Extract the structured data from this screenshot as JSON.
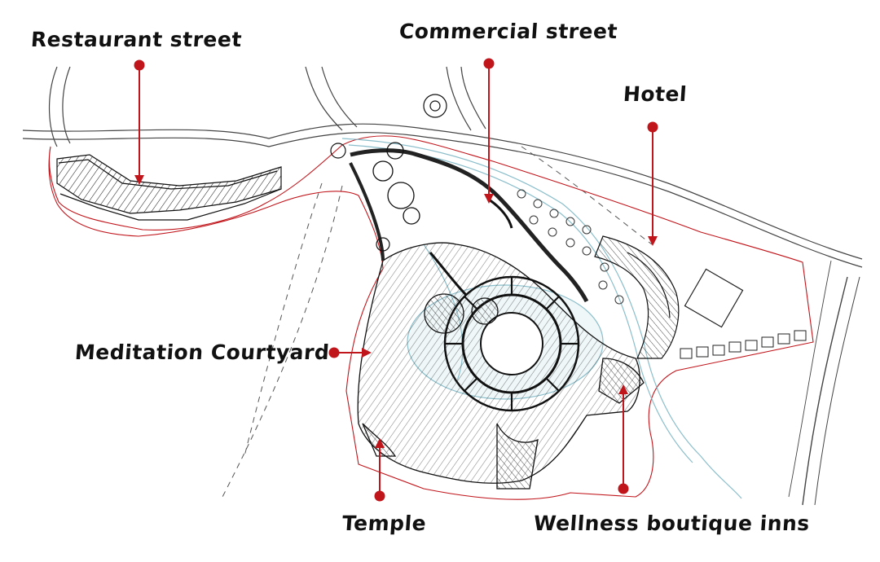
{
  "colors": {
    "marker": "#c0151b",
    "ink": "#111111",
    "boundary": "#c0151b",
    "water": "#7fb8c6"
  },
  "labels": {
    "restaurant_street": "Restaurant street",
    "commercial_street": "Commercial street",
    "hotel": "Hotel",
    "meditation_courtyard": "Meditation Courtyard",
    "temple": "Temple",
    "wellness_inns": "Wellness boutique inns"
  }
}
